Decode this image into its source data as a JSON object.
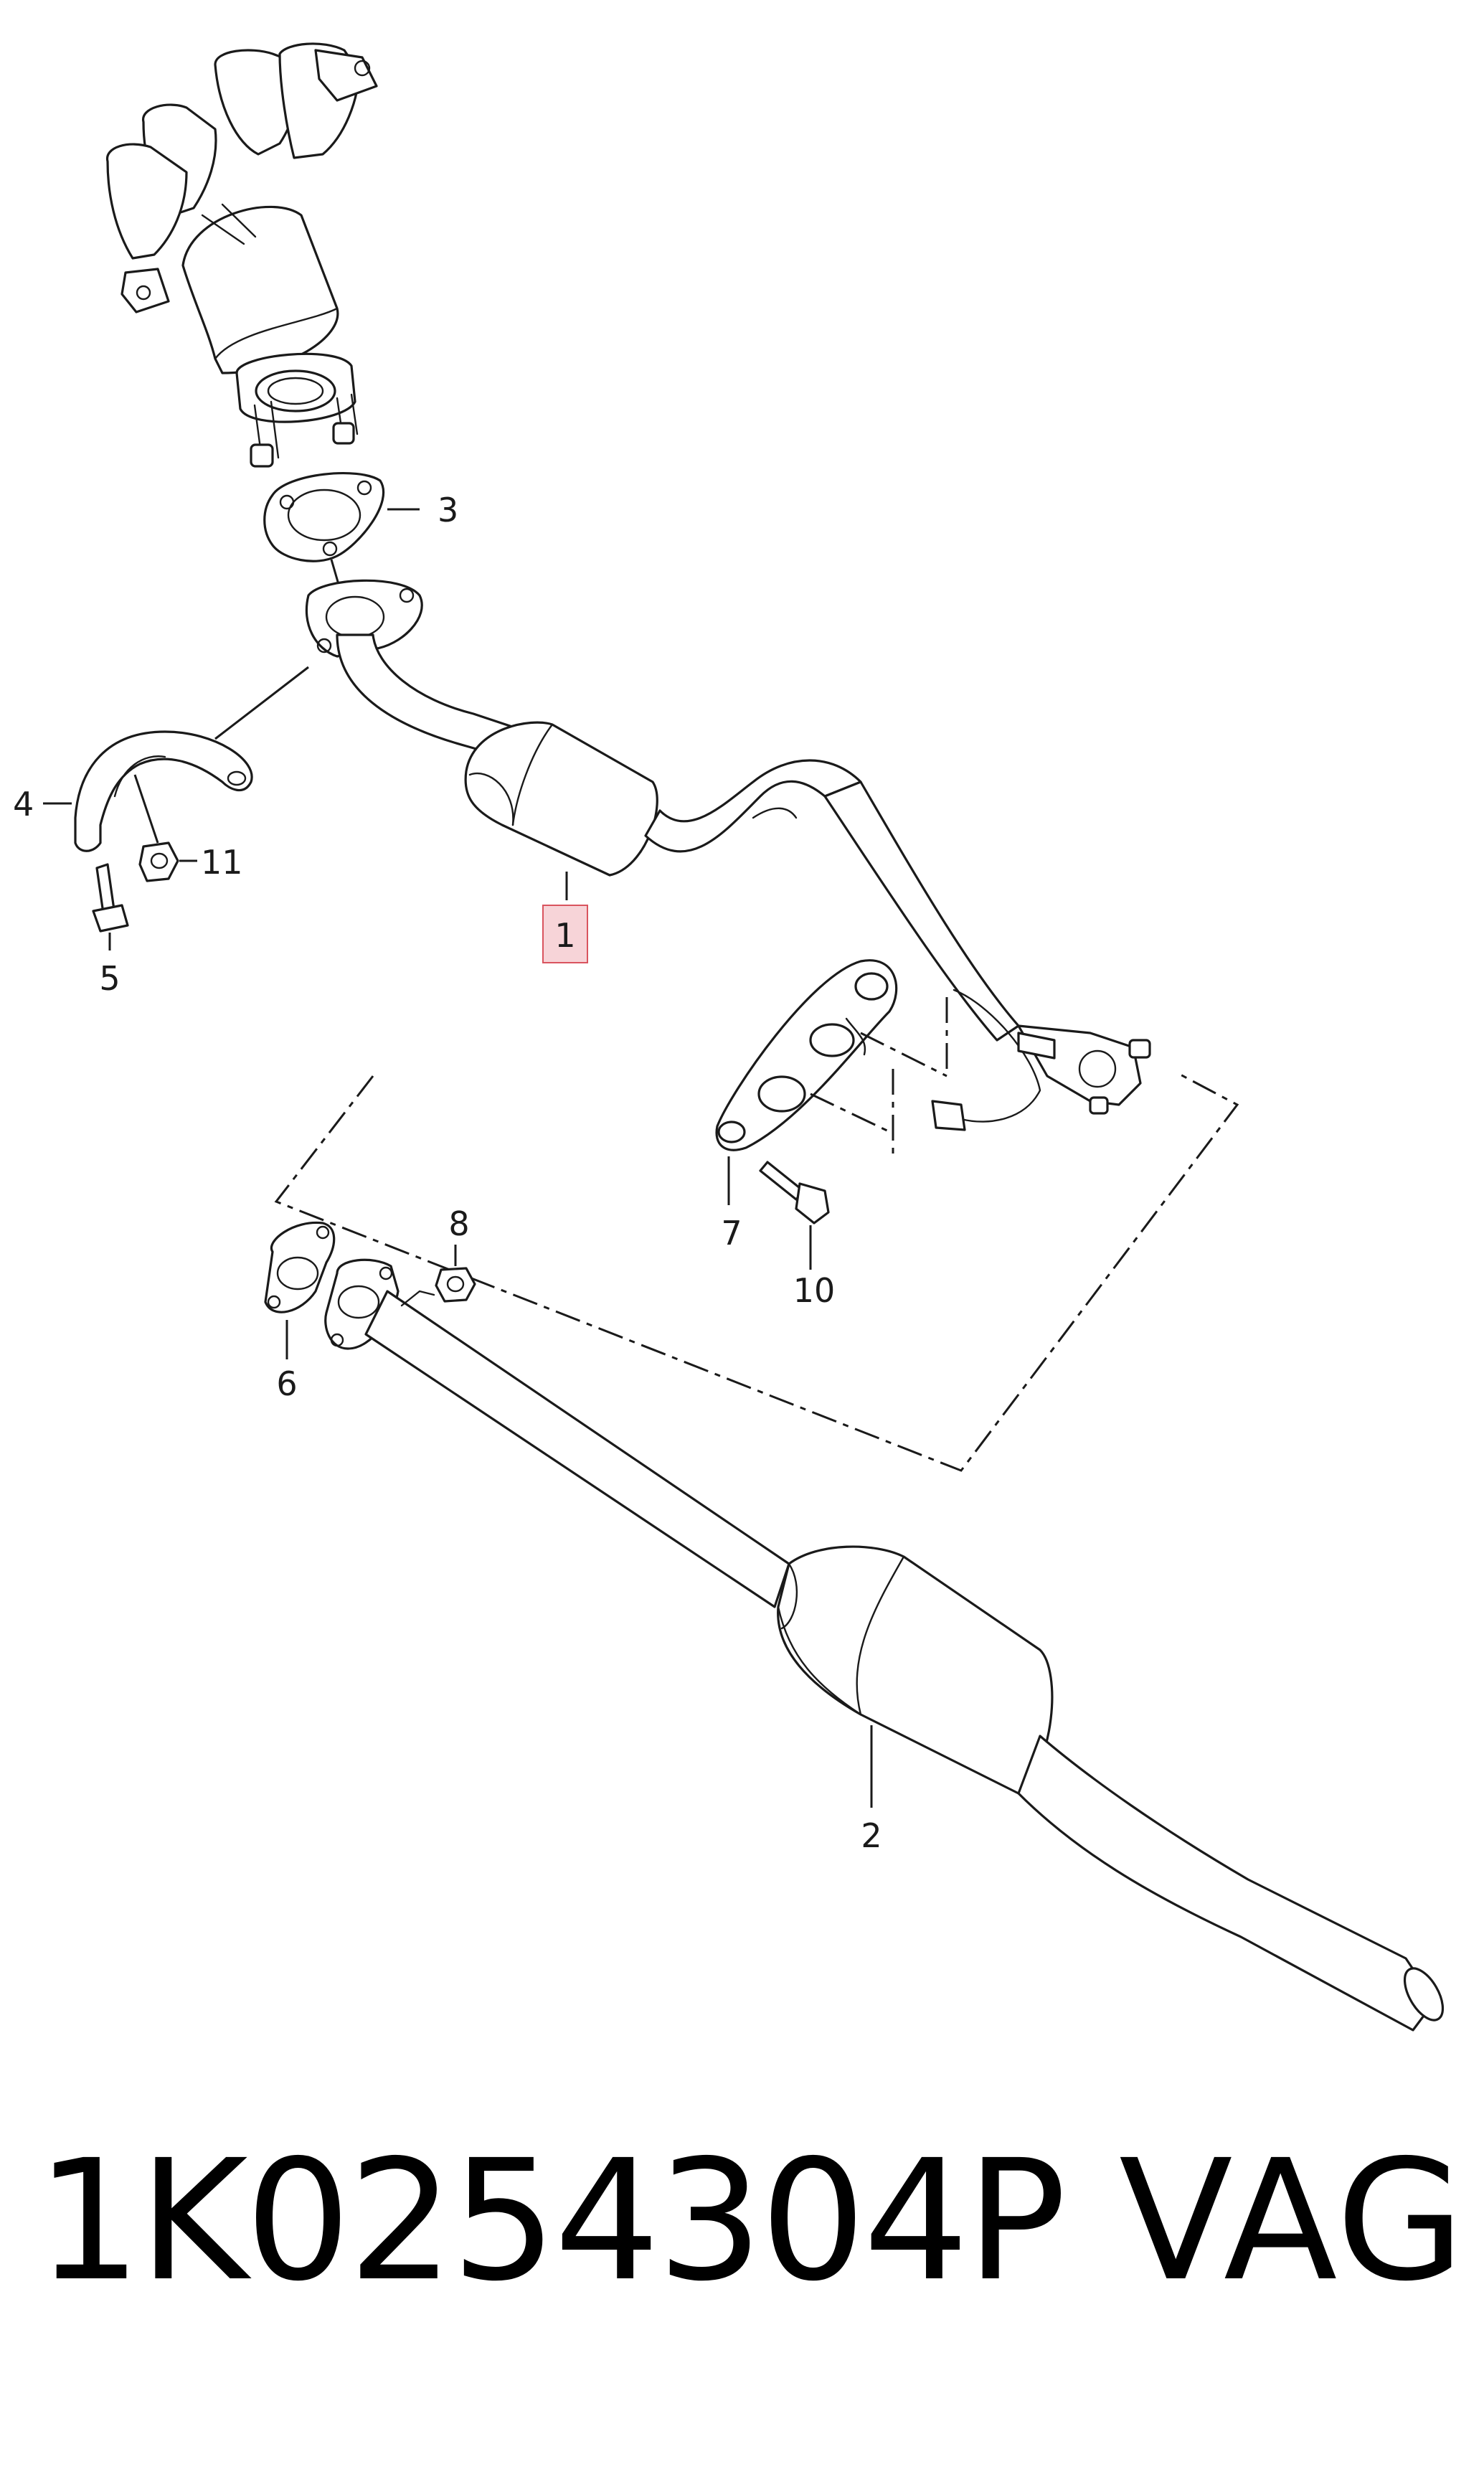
{
  "diagram": {
    "callouts": [
      {
        "id": "1",
        "label": "1",
        "highlighted": true
      },
      {
        "id": "2",
        "label": "2"
      },
      {
        "id": "3",
        "label": "3"
      },
      {
        "id": "4",
        "label": "4"
      },
      {
        "id": "5",
        "label": "5"
      },
      {
        "id": "6",
        "label": "6"
      },
      {
        "id": "7",
        "label": "7"
      },
      {
        "id": "8",
        "label": "8"
      },
      {
        "id": "10",
        "label": "10"
      },
      {
        "id": "11",
        "label": "11"
      }
    ],
    "highlight_color": "#f7d4d8",
    "highlight_border": "#d9545e",
    "line_color": "#1a1a1a"
  },
  "footer": {
    "part_number": "1K0254304P",
    "brand": "VAG"
  }
}
